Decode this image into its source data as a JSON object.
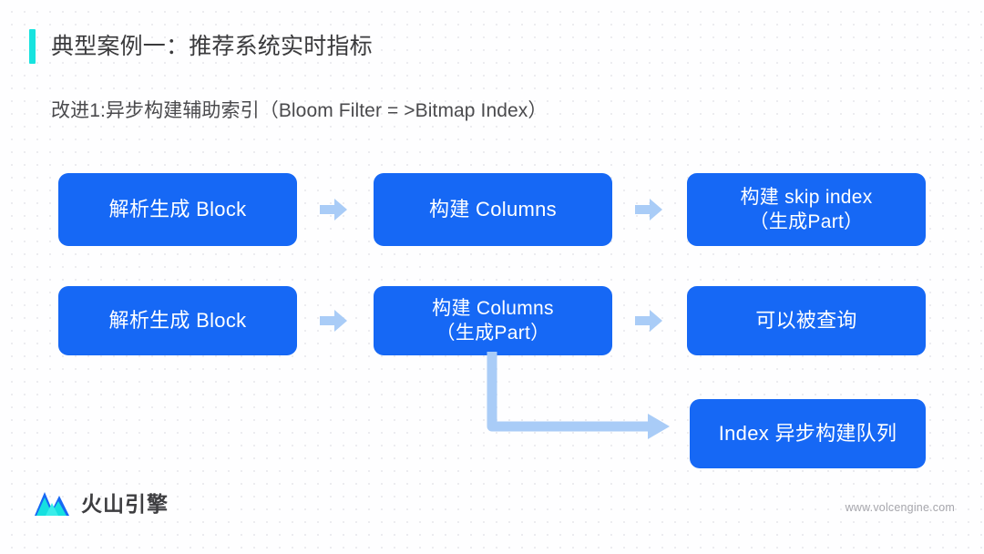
{
  "slide": {
    "title": "典型案例一：推荐系统实时指标",
    "subtitle": "改进1:异步构建辅助索引（Bloom Filter = >Bitmap Index）",
    "accent_color": "#17E3DF",
    "box_color": "#1668F5",
    "arrow_color": "#A9CCF7"
  },
  "flow": {
    "row1": [
      {
        "id": "parse-block-1",
        "label": "解析生成 Block"
      },
      {
        "id": "build-columns-1",
        "label": "构建 Columns"
      },
      {
        "id": "build-skip-index",
        "label": "构建 skip index\n（生成Part）"
      }
    ],
    "row2": [
      {
        "id": "parse-block-2",
        "label": "解析生成 Block"
      },
      {
        "id": "build-columns-2",
        "label": "构建 Columns\n（生成Part）"
      },
      {
        "id": "queryable",
        "label": "可以被查询"
      }
    ],
    "row3": [
      {
        "id": "index-queue",
        "label": "Index 异步构建队列"
      }
    ],
    "arrows": [
      {
        "id": "arrow-r1-c1",
        "icon": "right-arrow-icon"
      },
      {
        "id": "arrow-r1-c2",
        "icon": "right-arrow-icon"
      },
      {
        "id": "arrow-r2-c1",
        "icon": "right-arrow-icon"
      },
      {
        "id": "arrow-r2-c2",
        "icon": "right-arrow-icon"
      }
    ],
    "connector": {
      "id": "connector-columns-to-index",
      "icon": "elbow-arrow-icon"
    }
  },
  "footer": {
    "logo_text": "火山引擎",
    "logo_icon": "volcano-mountain-icon",
    "url": "www.volcengine.com"
  }
}
